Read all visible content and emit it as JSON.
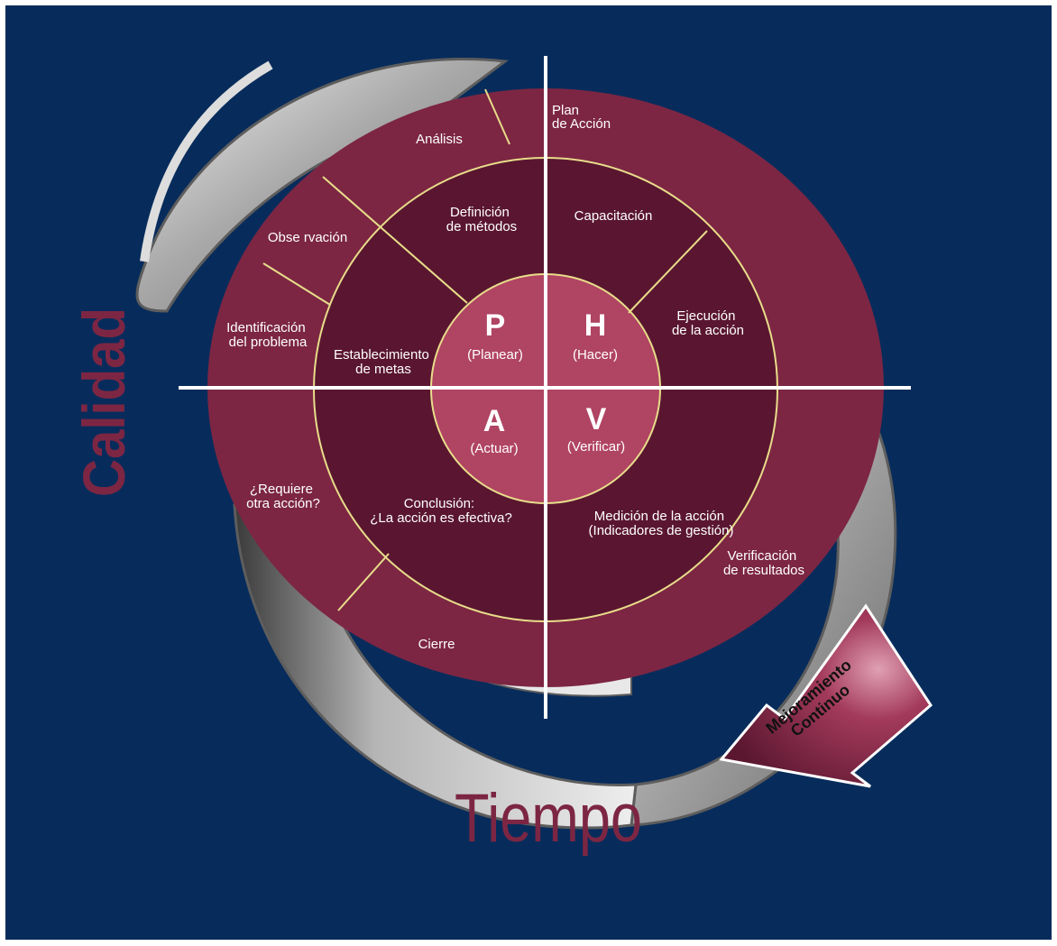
{
  "colors": {
    "background": "#072c5c",
    "outer_ring": "#7c2643",
    "middle_ring": "#5a1630",
    "center": "#b04463",
    "divider_lines": "#e8dd8a",
    "axis_text": "#7c2643",
    "arrow_gray": "#a7a7a7"
  },
  "axis": {
    "vertical_label": "Calidad",
    "horizontal_label": "Tiempo"
  },
  "arrow": {
    "line1": "Mejoramiento",
    "line2": "Continuo"
  },
  "center": {
    "p": {
      "letter": "P",
      "word": "(Planear)"
    },
    "h": {
      "letter": "H",
      "word": "(Hacer)"
    },
    "a": {
      "letter": "A",
      "word": "(Actuar)"
    },
    "v": {
      "letter": "V",
      "word": "(Verificar)"
    }
  },
  "middle_ring": {
    "definicion": [
      "Definición",
      "de métodos"
    ],
    "establecimiento": [
      "Establecimiento",
      "de metas"
    ],
    "capacitacion": [
      "Capacitación"
    ],
    "ejecucion": [
      "Ejecución",
      "de la acción"
    ],
    "conclusion": [
      "Conclusión:",
      "¿La acción es efectiva?"
    ],
    "medicion": [
      "Medición de la acción",
      "(Indicadores de gestión)"
    ]
  },
  "outer_ring": {
    "plan": [
      "Plan",
      "de Acción"
    ],
    "analisis": [
      "Análisis"
    ],
    "observacion": [
      "Obse rvación"
    ],
    "identificacion": [
      "Identificación",
      "del problema"
    ],
    "requiere": [
      "¿Requiere",
      "otra acción?"
    ],
    "cierre": [
      "Cierre"
    ],
    "verificacion": [
      "Verificación",
      "de resultados"
    ]
  }
}
